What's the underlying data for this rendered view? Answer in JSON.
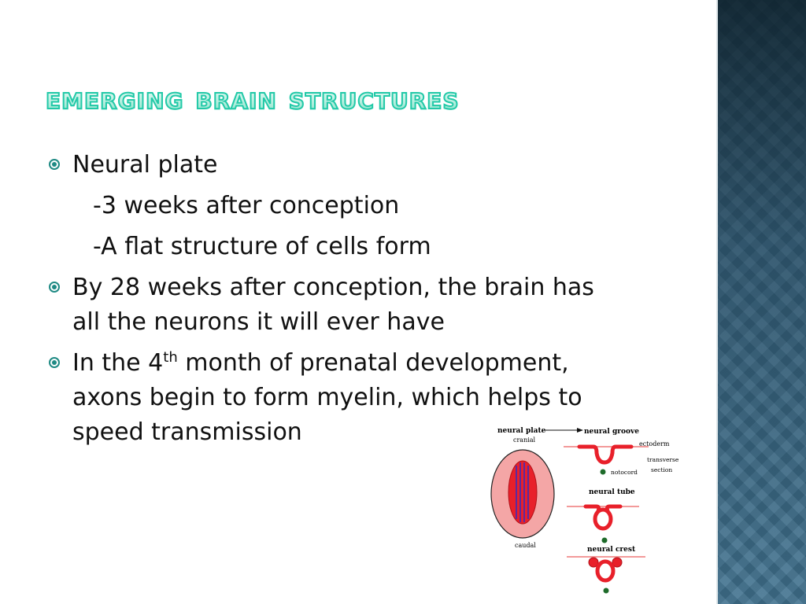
{
  "slide": {
    "title": "Emerging Brain Structures",
    "bullets": [
      {
        "text": "Neural plate",
        "sub_items": [
          "-3 weeks after conception",
          "-A flat structure of cells form"
        ]
      },
      {
        "text_line1": "By 28 weeks after conception, the brain has",
        "text_line2": "all the neurons it will ever have"
      },
      {
        "text_before_sup": "In the 4",
        "sup": "th",
        "text_after_sup": " month of prenatal development,",
        "text_line2": "axons begin to form myelin, which helps to",
        "text_line3": "speed transmission"
      }
    ]
  },
  "diagram": {
    "labels": {
      "neural_plate": "neural plate",
      "cranial": "cranial",
      "caudal": "caudal",
      "neural_groove": "neural groove",
      "ectoderm": "ectoderm",
      "transverse": "transverse",
      "section": "section",
      "notocord": "notocord",
      "neural_tube": "neural tube",
      "neural_crest": "neural crest"
    },
    "colors": {
      "plate_outer": "#f4a6a6",
      "plate_inner": "#e8202a",
      "stripes": "#5a2aa0",
      "tissue": "#e8202a",
      "ectoderm": "#f39a9a",
      "notochord": "#1e6b2a",
      "accent": "#1f8a84"
    }
  }
}
